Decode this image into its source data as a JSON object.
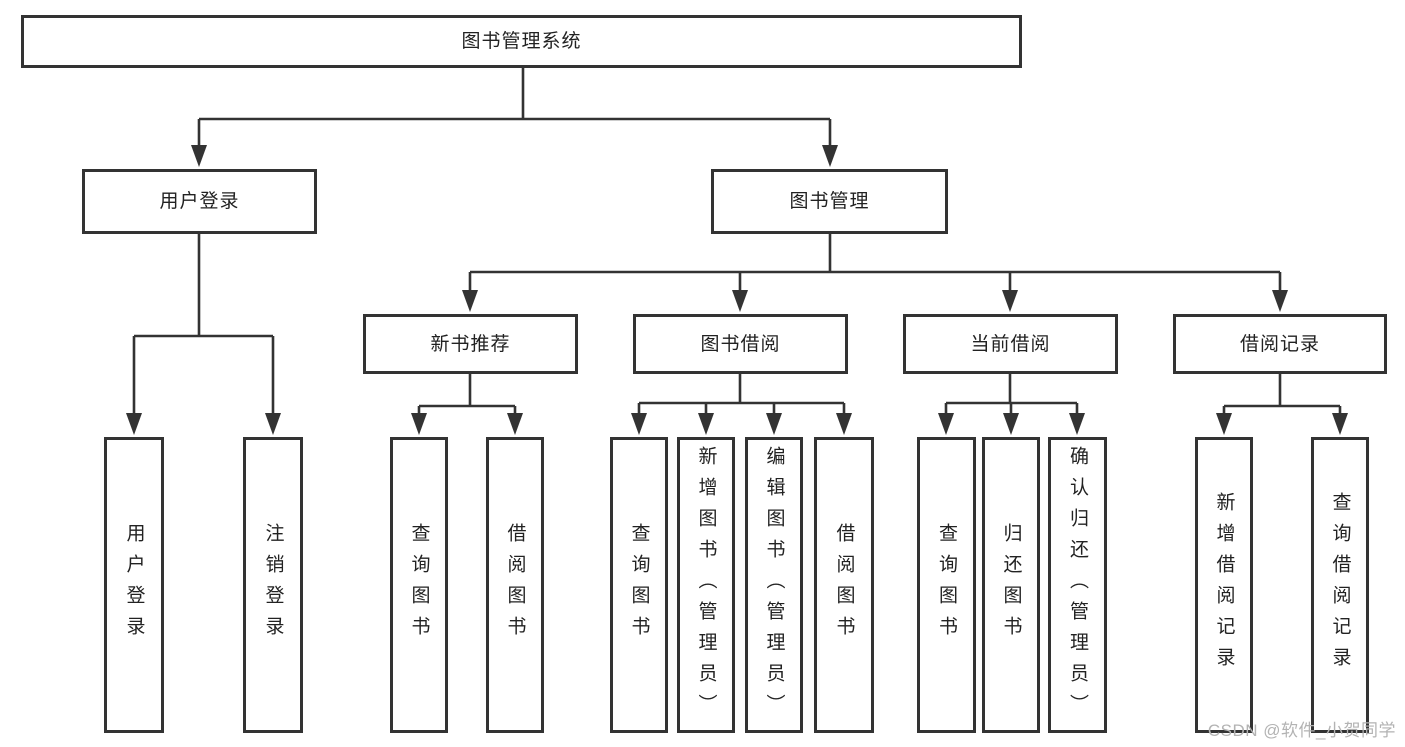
{
  "diagram": {
    "root": {
      "label": "图书管理系统"
    },
    "user_login": {
      "label": "用户登录",
      "children": [
        {
          "label": "用户登录"
        },
        {
          "label": "注销登录"
        }
      ]
    },
    "book_management": {
      "label": "图书管理",
      "children": [
        {
          "label": "新书推荐",
          "children": [
            {
              "label": "查询图书"
            },
            {
              "label": "借阅图书"
            }
          ]
        },
        {
          "label": "图书借阅",
          "children": [
            {
              "label": "查询图书"
            },
            {
              "label": "新增图书（管理员）"
            },
            {
              "label": "编辑图书（管理员）"
            },
            {
              "label": "借阅图书"
            }
          ]
        },
        {
          "label": "当前借阅",
          "children": [
            {
              "label": "查询图书"
            },
            {
              "label": "归还图书"
            },
            {
              "label": "确认归还（管理员）"
            }
          ]
        },
        {
          "label": "借阅记录",
          "children": [
            {
              "label": "新增借阅记录"
            },
            {
              "label": "查询借阅记录"
            }
          ]
        }
      ]
    }
  },
  "watermark": {
    "text": "CSDN @软件_小贺同学"
  },
  "colors": {
    "line": "#333333",
    "box_border": "#333333",
    "text": "#222222",
    "watermark": "#b3b3b3",
    "background": "#ffffff"
  }
}
